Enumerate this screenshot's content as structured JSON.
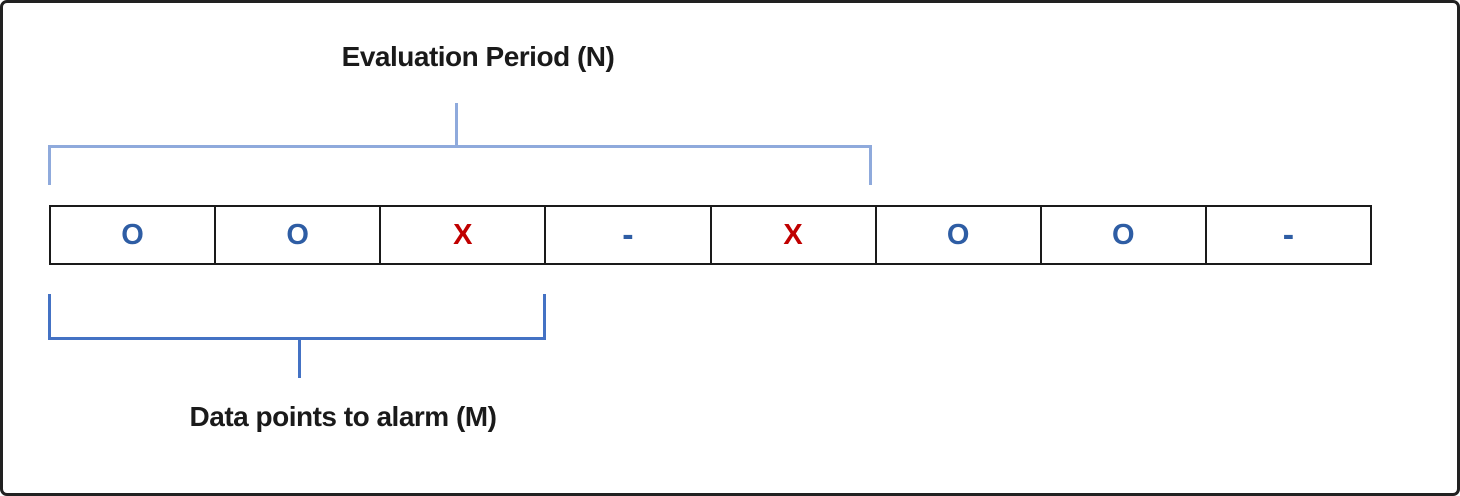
{
  "diagram": {
    "title": "",
    "annotations": {
      "evaluation_period": {
        "label": "Evaluation Period (N)",
        "span_cells": 5
      },
      "data_points_to_alarm": {
        "label": "Data points to alarm (M)",
        "span_cells": 3
      }
    },
    "cells": [
      {
        "symbol": "O",
        "state": "ok"
      },
      {
        "symbol": "O",
        "state": "ok"
      },
      {
        "symbol": "X",
        "state": "breach"
      },
      {
        "symbol": "-",
        "state": "missing"
      },
      {
        "symbol": "X",
        "state": "breach"
      },
      {
        "symbol": "O",
        "state": "ok"
      },
      {
        "symbol": "O",
        "state": "ok"
      },
      {
        "symbol": "-",
        "state": "missing"
      }
    ]
  },
  "colors": {
    "canvas_bg": "#ffffff",
    "frame_border": "#212121",
    "label_text": "#1a1a1a",
    "cell_border": "#1a1a1a",
    "bracket_top": "#8faadc",
    "bracket_bottom": "#4472c4",
    "symbol_o": "#2e5da4",
    "symbol_x": "#c00000",
    "symbol_dash": "#2e5da4"
  }
}
